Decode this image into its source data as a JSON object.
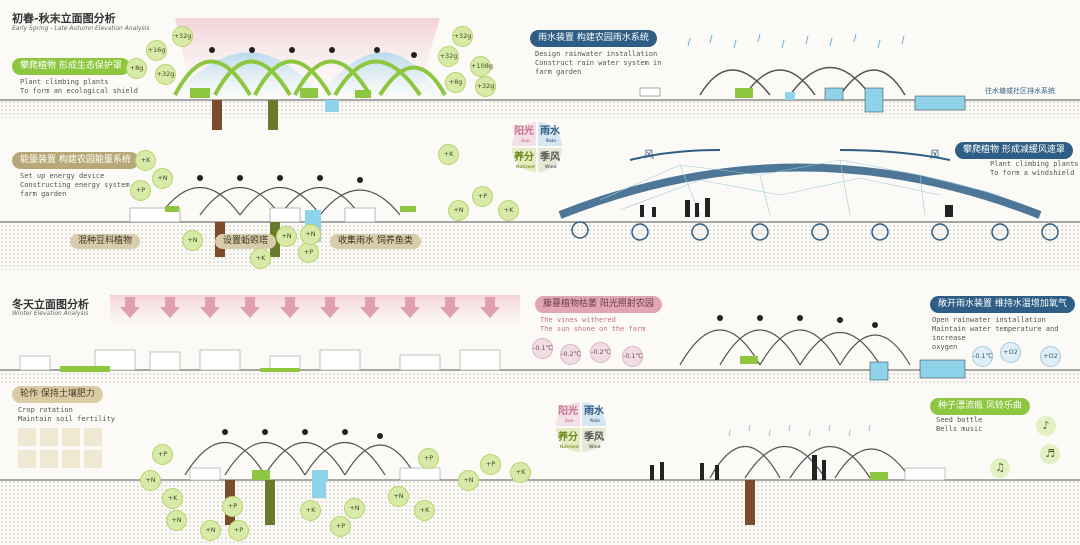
{
  "top": {
    "title": "初春-秋末立面图分析",
    "subtitle": "Early Spring - Late Autumn Elevation Analysis",
    "climb": {
      "label": "攀爬植物 形成生态保护罩",
      "note1": "Plant climbing plants",
      "note2": "To form an ecological shield"
    },
    "energy": {
      "label": "能量装置 构建农园能量系统",
      "note1": "Set up energy device",
      "note2": "Constructing energy system of",
      "note3": "farm garden"
    },
    "rain": {
      "label": "雨水装置 构建农园雨水系统",
      "note1": "Design rainwater installation",
      "note2": "Construct rain water system in",
      "note3": "farm garden"
    },
    "wind": {
      "label": "攀爬植物 形成减缓风速罩",
      "note1": "Plant climbing plants",
      "note2": "To form a windshield"
    },
    "drain_label": "往水塘或社区排水系统",
    "wind_char": "风",
    "tags": [
      "混种豆科植物",
      "设置蚯蚓塔",
      "收集雨水 饲养鱼类"
    ],
    "nutrients_left": [
      "+32g",
      "+16g",
      "+8g",
      "+32g"
    ],
    "nutrients_right": [
      "+32g",
      "+32g",
      "+108g",
      "+8g",
      "+32g"
    ],
    "energy_bubbles": [
      "+K",
      "+N",
      "+P",
      "+K",
      "+N",
      "+P",
      "+K",
      "+N",
      "+N",
      "+P",
      "+N",
      "+K"
    ]
  },
  "quadrant": {
    "sun": "阳光",
    "sun_en": "Sun",
    "rain": "雨水",
    "rain_en": "Rain",
    "nutrient": "养分",
    "nutrient_en": "Nutrient",
    "wind": "季风",
    "wind_en": "Wind"
  },
  "bottom": {
    "title": "冬天立面图分析",
    "subtitle": "Winter Elevation Analysis",
    "vines": {
      "label": "藤蔓植物枯萎 阳光照射农园",
      "note1": "The vines withered",
      "note2": "The sun shone on the farm"
    },
    "rainwater": {
      "label": "敞开雨水装置 维持水温增加氧气",
      "note1": "Open rainwater installation",
      "note2": "Maintain water temperature and increase",
      "note3": "oxygen"
    },
    "rotation": {
      "label": "轮作 保持土壤肥力",
      "note1": "Crop rotation",
      "note2": "Maintain soil fertility"
    },
    "seed": {
      "label": "种子漂流瓶 风铃乐曲",
      "note1": "Seed bottle",
      "note2": "Bells music"
    },
    "temps": [
      "-0.1℃",
      "-0.2℃",
      "-0.2℃",
      "-0.1℃"
    ],
    "right_bubbles": [
      "-0.1℃",
      "+O2",
      "+O2"
    ],
    "soil_bubbles": [
      "+P",
      "+N",
      "+K",
      "+P",
      "+N",
      "+N",
      "+P",
      "+K",
      "+P",
      "+N",
      "+N",
      "+K",
      "+P",
      "+N",
      "+K",
      "+P"
    ]
  },
  "colors": {
    "green": "#8dc63f",
    "blue": "#2e5e86",
    "pink": "#d88a9c",
    "tan": "#d9cba4",
    "water": "#8fd3ea",
    "soil": "#a59c8c"
  }
}
